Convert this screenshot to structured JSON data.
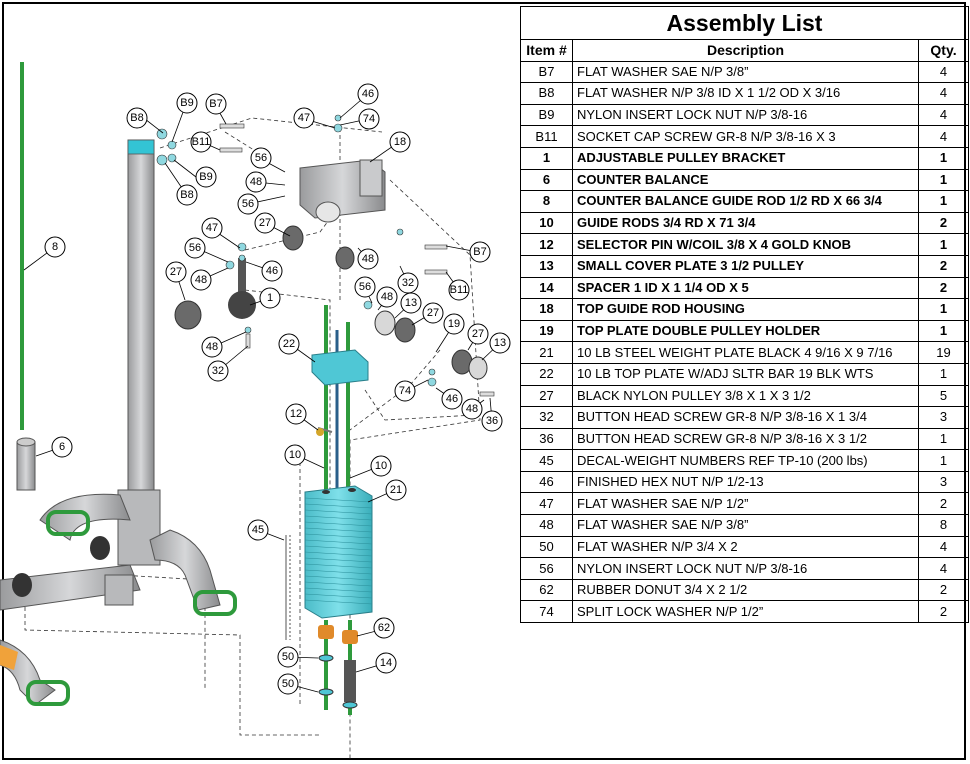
{
  "assembly_list": {
    "title": "Assembly List",
    "headers": {
      "item": "Item #",
      "description": "Description",
      "qty": "Qty."
    },
    "rows": [
      {
        "item": "B7",
        "description": "FLAT WASHER SAE N/P 3/8”",
        "qty": "4",
        "bold": false
      },
      {
        "item": "B8",
        "description": "FLAT WASHER N/P 3/8 ID X 1 1/2 OD X 3/16",
        "qty": "4",
        "bold": false
      },
      {
        "item": "B9",
        "description": "NYLON INSERT LOCK NUT N/P 3/8-16",
        "qty": "4",
        "bold": false
      },
      {
        "item": "B11",
        "description": "SOCKET CAP SCREW GR-8 N/P 3/8-16 X 3",
        "qty": "4",
        "bold": false
      },
      {
        "item": "1",
        "description": "ADJUSTABLE PULLEY BRACKET",
        "qty": "1",
        "bold": true
      },
      {
        "item": "6",
        "description": "COUNTER BALANCE",
        "qty": "1",
        "bold": true
      },
      {
        "item": "8",
        "description": "COUNTER BALANCE GUIDE ROD 1/2 RD X 66 3/4",
        "qty": "1",
        "bold": true
      },
      {
        "item": "10",
        "description": "GUIDE RODS 3/4 RD X 71 3/4",
        "qty": "2",
        "bold": true
      },
      {
        "item": "12",
        "description": "SELECTOR PIN W/COIL 3/8 X 4 GOLD KNOB",
        "qty": "1",
        "bold": true
      },
      {
        "item": "13",
        "description": "SMALL COVER PLATE 3 1/2 PULLEY",
        "qty": "2",
        "bold": true
      },
      {
        "item": "14",
        "description": "SPACER 1 ID X 1 1/4 OD X 5",
        "qty": "2",
        "bold": true
      },
      {
        "item": "18",
        "description": "TOP GUIDE ROD HOUSING",
        "qty": "1",
        "bold": true
      },
      {
        "item": "19",
        "description": "TOP PLATE DOUBLE PULLEY HOLDER",
        "qty": "1",
        "bold": true
      },
      {
        "item": "21",
        "description": "10 LB STEEL WEIGHT PLATE BLACK 4 9/16 X 9 7/16",
        "qty": "19",
        "bold": false
      },
      {
        "item": "22",
        "description": "10 LB TOP PLATE W/ADJ SLTR BAR 19 BLK WTS",
        "qty": "1",
        "bold": false
      },
      {
        "item": "27",
        "description": "BLACK NYLON PULLEY 3/8 X 1 X 3 1/2",
        "qty": "5",
        "bold": false
      },
      {
        "item": "32",
        "description": "BUTTON HEAD SCREW GR-8 N/P 3/8-16 X 1 3/4",
        "qty": "3",
        "bold": false
      },
      {
        "item": "36",
        "description": "BUTTON HEAD SCREW GR-8 N/P 3/8-16 X 3 1/2",
        "qty": "1",
        "bold": false
      },
      {
        "item": "45",
        "description": "DECAL-WEIGHT NUMBERS REF TP-10 (200 lbs)",
        "qty": "1",
        "bold": false
      },
      {
        "item": "46",
        "description": "FINISHED HEX NUT N/P 1/2-13",
        "qty": "3",
        "bold": false
      },
      {
        "item": "47",
        "description": "FLAT WASHER SAE N/P 1/2”",
        "qty": "2",
        "bold": false
      },
      {
        "item": "48",
        "description": "FLAT WASHER SAE N/P 3/8”",
        "qty": "8",
        "bold": false
      },
      {
        "item": "50",
        "description": "FLAT WASHER N/P 3/4 X 2",
        "qty": "4",
        "bold": false
      },
      {
        "item": "56",
        "description": "NYLON INSERT LOCK NUT N/P 3/8-16",
        "qty": "4",
        "bold": false
      },
      {
        "item": "62",
        "description": "RUBBER DONUT 3/4 X 2 1/2",
        "qty": "2",
        "bold": false
      },
      {
        "item": "74",
        "description": "SPLIT LOCK WASHER N/P 1/2”",
        "qty": "2",
        "bold": false
      }
    ]
  },
  "diagram": {
    "callout_labels": [
      "B8",
      "B9",
      "B7",
      "B11",
      "B9",
      "B8",
      "46",
      "47",
      "74",
      "18",
      "56",
      "48",
      "56",
      "27",
      "47",
      "56",
      "48",
      "46",
      "1",
      "27",
      "48",
      "32",
      "8",
      "B7",
      "32",
      "48",
      "56",
      "B11",
      "48",
      "13",
      "27",
      "19",
      "27",
      "13",
      "22",
      "74",
      "46",
      "48",
      "36",
      "12",
      "10",
      "10",
      "21",
      "6",
      "45",
      "62",
      "50",
      "14",
      "50"
    ]
  },
  "colors": {
    "frame": "#7f8082",
    "accent_green": "#2e9a3c",
    "accent_cyan": "#33c4d4",
    "accent_orange": "#f0a23a"
  }
}
